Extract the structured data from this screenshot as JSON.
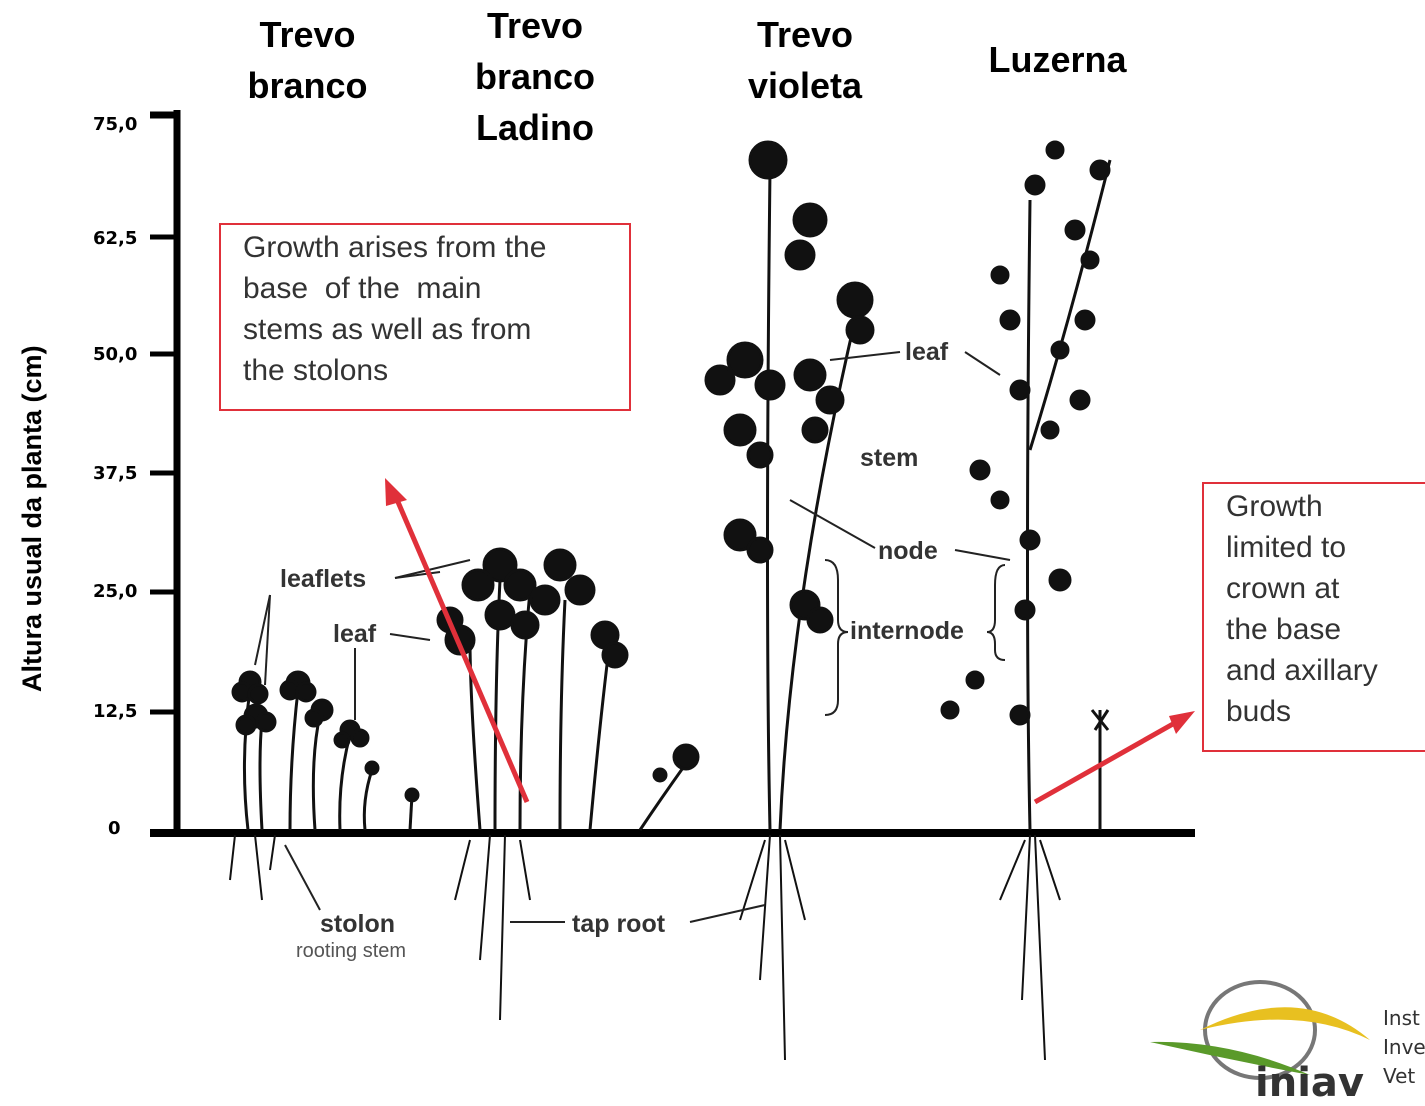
{
  "titles": {
    "trevo_branco": "Trevo\nbranco",
    "trevo_branco_ladino": "Trevo\nbranco\nLadino",
    "trevo_violeta": "Trevo\nvioleta",
    "luzerna": "Luzerna"
  },
  "y_axis": {
    "label": "Altura usual da planta (cm)",
    "ticks": [
      "75,0",
      "62,5",
      "50,0",
      "37,5",
      "25,0",
      "12,5",
      "0"
    ]
  },
  "notes": {
    "left": "Growth arises from the\nbase  of the  main\nstems as well as from\nthe stolons",
    "right": "Growth\nlimited to\ncrown at\nthe base\nand axillary\nbuds"
  },
  "plant_labels": {
    "leaflets": "leaflets",
    "leaf_left": "leaf",
    "leaf_right": "leaf",
    "stem": "stem",
    "node": "node",
    "internode": "internode",
    "stolon": "stolon",
    "rooting_stem": "rooting stem",
    "tap_root": "tap root"
  },
  "logo": {
    "name": "iniav",
    "lines": [
      "Inst",
      "Inve",
      "Vet"
    ]
  },
  "colors": {
    "accent_red": "#e0303a",
    "axis": "#000000",
    "logo_green": "#5a9a2a",
    "logo_yellow": "#e8c020"
  }
}
